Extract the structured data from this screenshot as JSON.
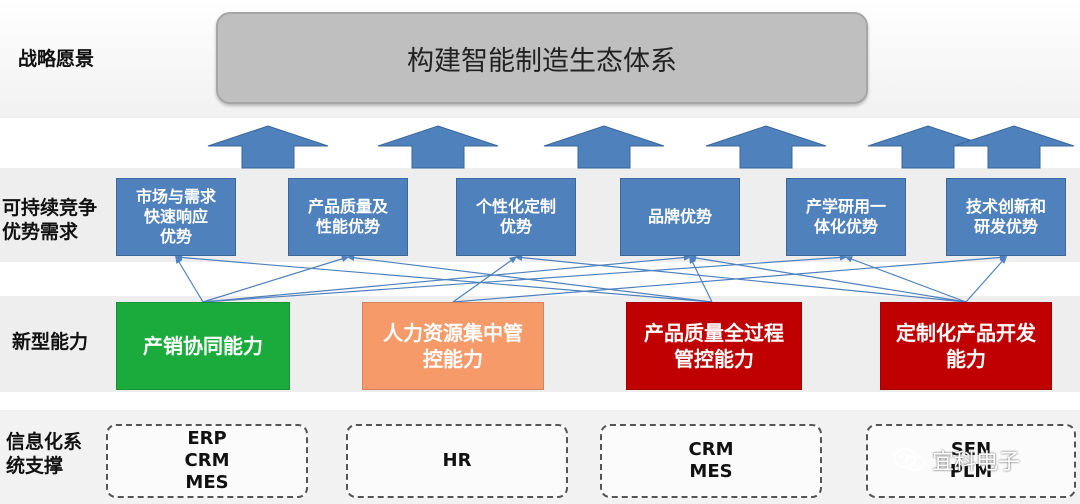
{
  "rows": {
    "vision_label": "战略愿景",
    "needs_label": "可持续竞争\n优势需求",
    "capability_label": "新型能力",
    "systems_label": "信息化系\n统支撑"
  },
  "vision": {
    "text": "构建智能制造生态体系"
  },
  "needs": [
    "市场与需求\n快速响应\n优势",
    "产品质量及\n性能优势",
    "个性化定制\n优势",
    "品牌优势",
    "产学研用一\n体化优势",
    "技术创新和\n研发优势"
  ],
  "capabilities": [
    {
      "text": "产销协同能力",
      "color": "#1aab3c"
    },
    {
      "text": "人力资源集中管\n控能力",
      "color": "#f79a6a"
    },
    {
      "text": "产品质量全过程\n管控能力",
      "color": "#c00000"
    },
    {
      "text": "定制化产品开发\n能力",
      "color": "#c00000"
    }
  ],
  "systems": [
    "ERP\nCRM\nMES",
    "HR",
    "CRM\nMES",
    "SEN\nPLM"
  ],
  "watermark": "宜科电子",
  "colors": {
    "arrow_up": "#4f81bd",
    "link_line": "#4f81bd"
  }
}
